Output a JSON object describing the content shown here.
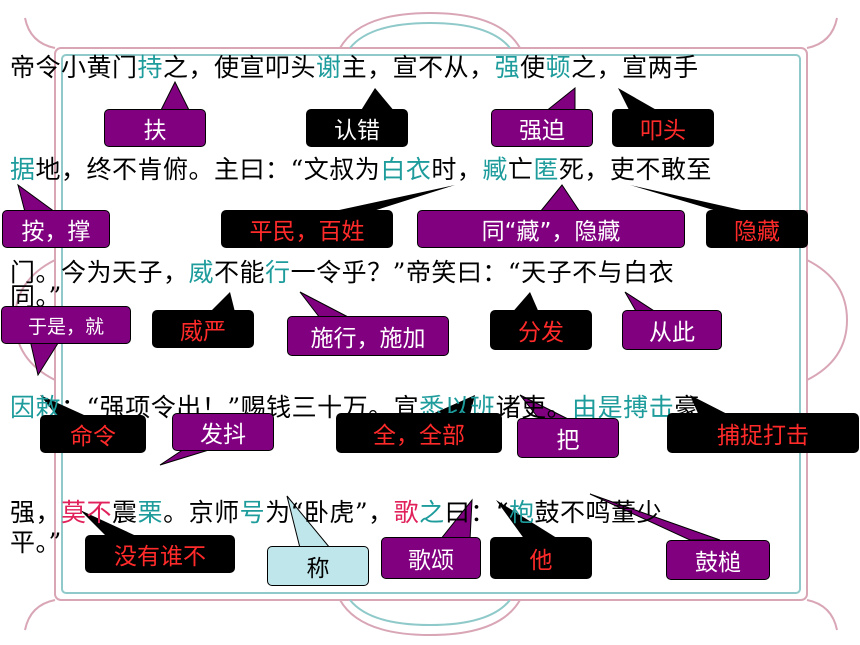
{
  "lines": [
    {
      "segments": [
        {
          "t": "帝令小黄门",
          "c": "n"
        },
        {
          "t": "持",
          "c": "teal"
        },
        {
          "t": "之，使宣叩头",
          "c": "n"
        },
        {
          "t": "谢",
          "c": "teal"
        },
        {
          "t": "主，宣不从，",
          "c": "n"
        },
        {
          "t": "强",
          "c": "teal"
        },
        {
          "t": "使",
          "c": "n"
        },
        {
          "t": "顿",
          "c": "teal"
        },
        {
          "t": "之，宣两手",
          "c": "n"
        }
      ]
    },
    {
      "segments": [
        {
          "t": "据",
          "c": "teal"
        },
        {
          "t": "地，终不肯俯。主曰：“文叔为",
          "c": "n"
        },
        {
          "t": "白衣",
          "c": "teal"
        },
        {
          "t": "时，",
          "c": "n"
        },
        {
          "t": "臧",
          "c": "teal"
        },
        {
          "t": "亡",
          "c": "n"
        },
        {
          "t": "匿",
          "c": "teal"
        },
        {
          "t": "死，吏不敢至",
          "c": "n"
        }
      ]
    },
    {
      "segments": [
        {
          "t": "门。今为天子，",
          "c": "n"
        },
        {
          "t": "威",
          "c": "teal"
        },
        {
          "t": "不能",
          "c": "n"
        },
        {
          "t": "行",
          "c": "teal"
        },
        {
          "t": "一令乎？”帝笑曰：“天子不与白衣",
          "c": "n"
        }
      ]
    },
    {
      "segments": [
        {
          "t": "同。”",
          "c": "n"
        }
      ]
    },
    {
      "segments": [
        {
          "t": "因",
          "c": "teal"
        },
        {
          "t": "敕",
          "c": "teal"
        },
        {
          "t": "：“强项令出！”赐钱三十万。宣",
          "c": "n"
        },
        {
          "t": "悉",
          "c": "teal"
        },
        {
          "t": "以",
          "c": "teal"
        },
        {
          "t": "班",
          "c": "teal"
        },
        {
          "t": "诸吏。",
          "c": "n"
        },
        {
          "t": "由是",
          "c": "teal"
        },
        {
          "t": "搏击",
          "c": "teal"
        },
        {
          "t": "豪",
          "c": "n"
        }
      ]
    },
    {
      "segments": [
        {
          "t": "强，",
          "c": "n"
        },
        {
          "t": "莫不",
          "c": "red"
        },
        {
          "t": "震",
          "c": "n"
        },
        {
          "t": "栗",
          "c": "teal"
        },
        {
          "t": "。京师",
          "c": "n"
        },
        {
          "t": "号",
          "c": "teal"
        },
        {
          "t": "为“卧虎”，",
          "c": "n"
        },
        {
          "t": "歌",
          "c": "red"
        },
        {
          "t": "之",
          "c": "teal"
        },
        {
          "t": "曰：“",
          "c": "n"
        },
        {
          "t": "枹",
          "c": "teal"
        },
        {
          "t": "鼓不鸣董少",
          "c": "n"
        }
      ]
    },
    {
      "segments": [
        {
          "t": "平。”",
          "c": "n"
        }
      ]
    }
  ],
  "callouts": [
    {
      "text": "扶",
      "style": "purple"
    },
    {
      "text": "认错",
      "style": "black"
    },
    {
      "text": "强迫",
      "style": "purple"
    },
    {
      "text": "叩头",
      "style": "black-red"
    },
    {
      "text": "按，撑",
      "style": "purple"
    },
    {
      "text": "平民，百姓",
      "style": "black-red"
    },
    {
      "text": "同“藏”，隐藏",
      "style": "purple"
    },
    {
      "text": "隐藏",
      "style": "black-red"
    },
    {
      "text": "于是，就",
      "style": "purple"
    },
    {
      "text": "威严",
      "style": "black-red"
    },
    {
      "text": "施行，施加",
      "style": "purple"
    },
    {
      "text": "分发",
      "style": "black-red"
    },
    {
      "text": "从此",
      "style": "purple"
    },
    {
      "text": "命令",
      "style": "black-red"
    },
    {
      "text": "发抖",
      "style": "purple"
    },
    {
      "text": "全，全部",
      "style": "black-red"
    },
    {
      "text": "把",
      "style": "purple"
    },
    {
      "text": "捕捉打击",
      "style": "black-red"
    },
    {
      "text": "没有谁不",
      "style": "black-red"
    },
    {
      "text": "称",
      "style": "lightblue"
    },
    {
      "text": "歌颂",
      "style": "purple"
    },
    {
      "text": "他",
      "style": "black-red"
    },
    {
      "text": "鼓槌",
      "style": "purple"
    }
  ],
  "colors": {
    "teal": "#1e9c9c",
    "red": "#e0215a",
    "purple": "#800080",
    "black": "#000000",
    "callout_red_text": "#ff2a2a",
    "frame": "#d9a6b6",
    "frame_teal": "#8fc9c9"
  }
}
